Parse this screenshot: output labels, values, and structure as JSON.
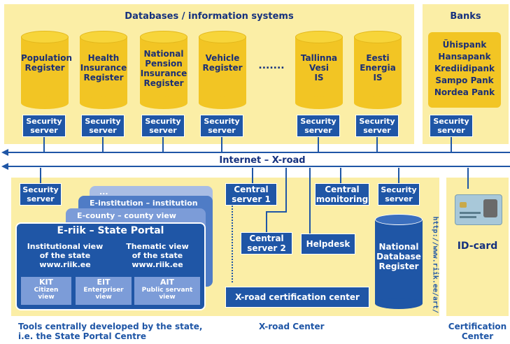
{
  "databases_panel": {
    "title": "Databases / information systems",
    "items": [
      "Population\nRegister",
      "Health\nInsurance\nRegister",
      "National\nPension\nInsurance\nRegister",
      "Vehicle\nRegister",
      "Tallinna\nVesi\nIS",
      "Eesti\nEnergia\nIS"
    ],
    "ellipsis": "......."
  },
  "banks_panel": {
    "title": "Banks",
    "list": "Ühispank\nHansapank\nKrediidipank\nSampo Pank\nNordea Pank"
  },
  "security_server_label": "Security\nserver",
  "network_label": "Internet – X-road",
  "state_portal": {
    "more_label": "...",
    "institution_view": "E-institution – institution view",
    "county_view": "E-county – county view",
    "portal_title": "E-riik – State Portal",
    "institutional_view": "Institutional view\nof the state\nwww.riik.ee",
    "thematic_view": "Thematic view\nof the state\nwww.riik.ee",
    "tabs": [
      {
        "abbr": "KIT",
        "label": "Citizen\nview"
      },
      {
        "abbr": "EIT",
        "label": "Enterpriser\nview"
      },
      {
        "abbr": "AIT",
        "label": "Public servant\nview"
      }
    ]
  },
  "xroad_center": {
    "central_server_1": "Central\nserver 1",
    "central_server_2": "Central\nserver 2",
    "central_monitoring": "Central\nmonitoring",
    "helpdesk": "Helpdesk",
    "national_database": "National\nDatabase\nRegister",
    "certification_center": "X-road certification center",
    "url": "http://www.riik.ee/art/"
  },
  "certification_panel": {
    "id_card": "ID-card"
  },
  "captions": {
    "tools": "Tools centrally developed by the state,\ni.e. the State Portal Centre",
    "xroad": "X-road Center",
    "certification": "Certification\nCenter"
  },
  "colors": {
    "panel": "#fbeea6",
    "cylinder": "#f2c524",
    "blue": "#1f56a6"
  }
}
